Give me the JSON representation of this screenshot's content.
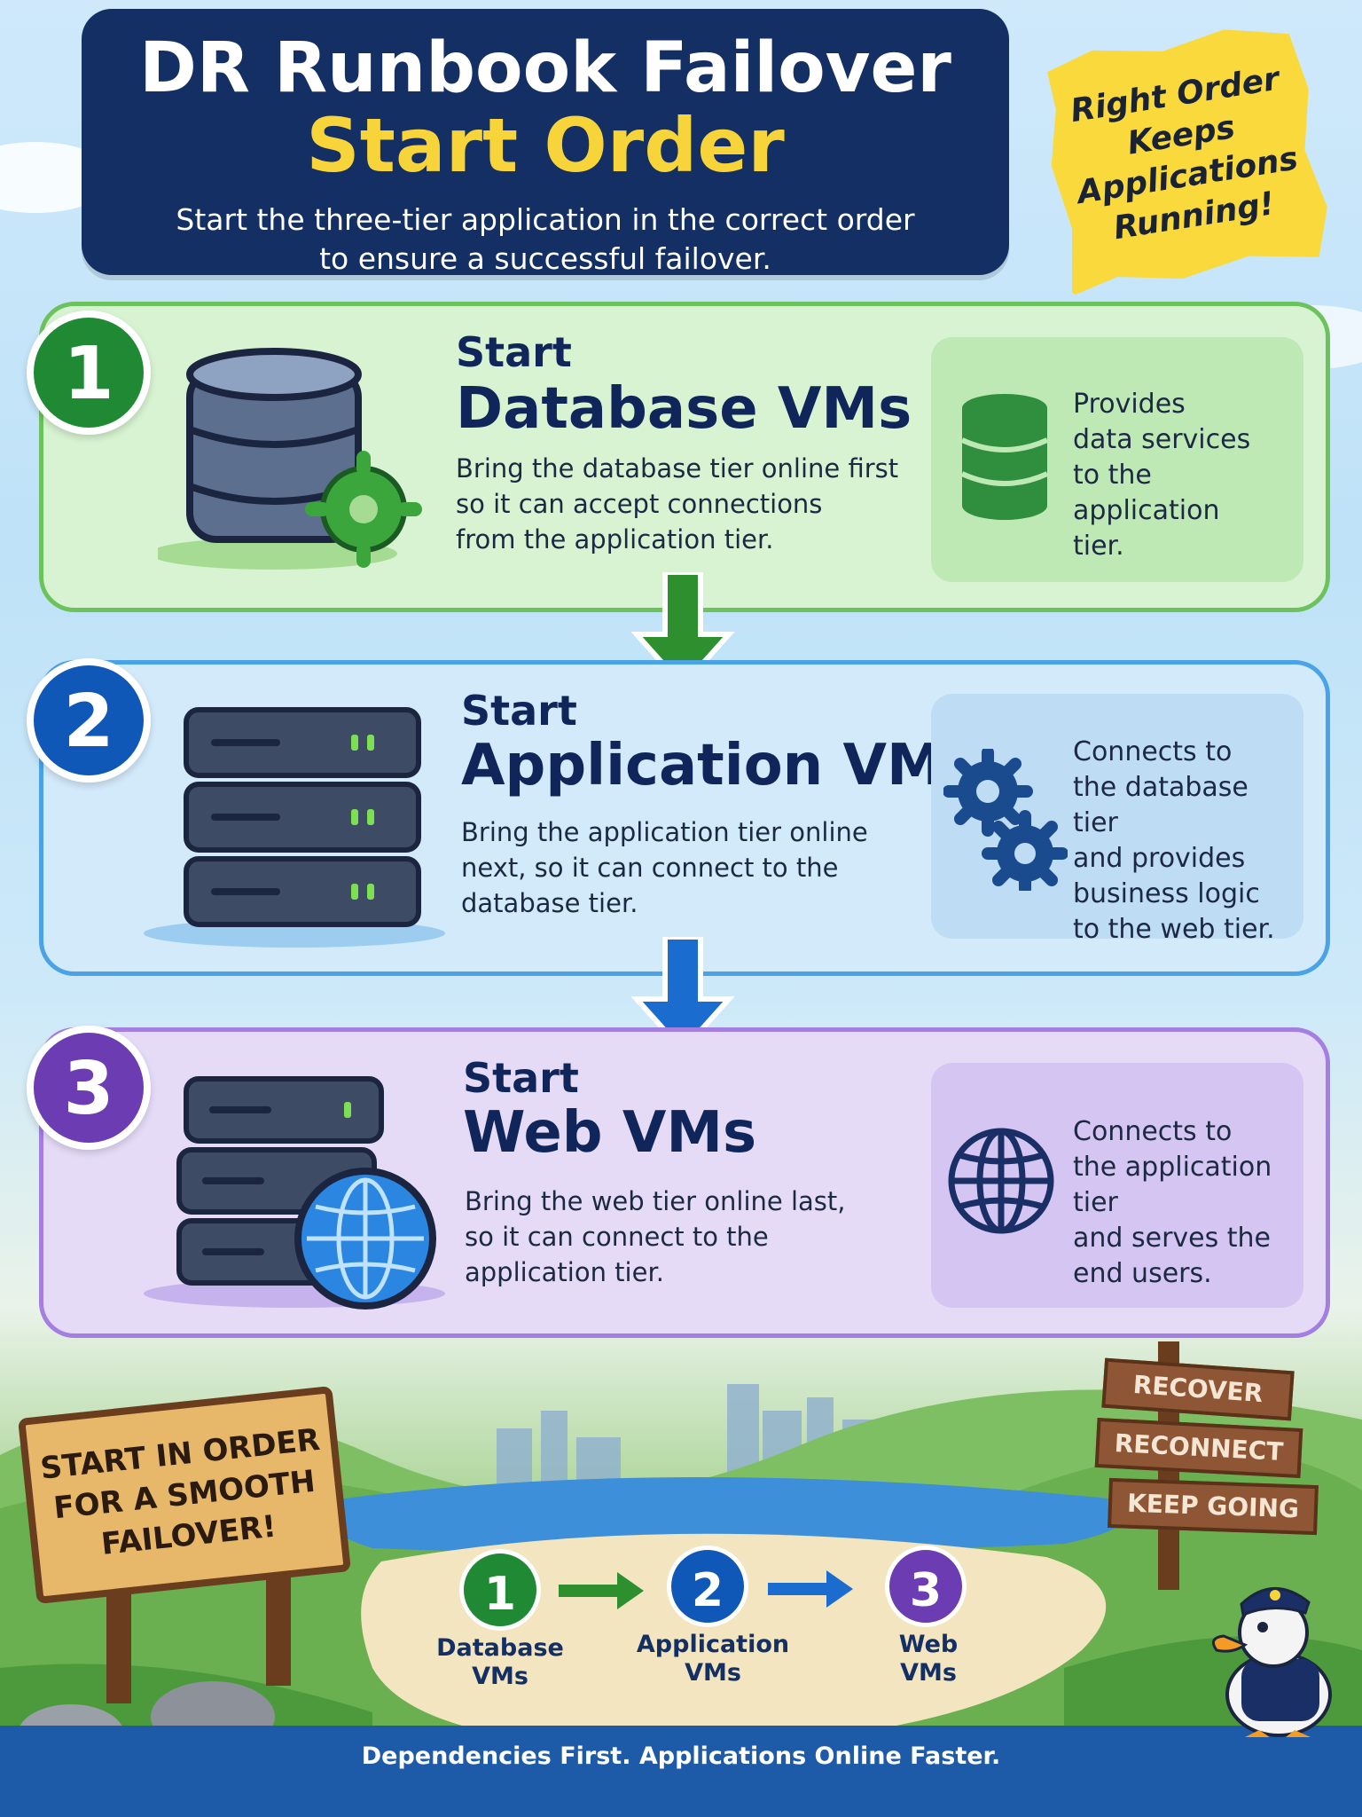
{
  "header": {
    "title_line1": "DR Runbook Failover",
    "title_line2": "Start Order",
    "subtitle_line1": "Start the three-tier application in the correct order",
    "subtitle_line2": "to ensure a successful failover."
  },
  "badge": {
    "line1": "Right Order",
    "line2": "Keeps",
    "line3": "Applications",
    "line4": "Running!"
  },
  "steps": [
    {
      "number": "1",
      "kicker": "Start",
      "title": "Database VMs",
      "desc_line1": "Bring the database tier online first",
      "desc_line2": "so it can accept connections",
      "desc_line3": "from the application tier.",
      "side_line1": "Provides",
      "side_line2": "data services",
      "side_line3": "to the application",
      "side_line4": "tier.",
      "color": "#1f8a33"
    },
    {
      "number": "2",
      "kicker": "Start",
      "title": "Application VMs",
      "desc_line1": "Bring the application tier online",
      "desc_line2": "next, so it can connect to the",
      "desc_line3": "database tier.",
      "side_line1": "Connects to",
      "side_line2": "the database tier",
      "side_line3": "and provides",
      "side_line4": "business logic",
      "side_line5": "to the web tier.",
      "color": "#1058b7"
    },
    {
      "number": "3",
      "kicker": "Start",
      "title": "Web VMs",
      "desc_line1": "Bring the web tier online last,",
      "desc_line2": "so it can connect to the",
      "desc_line3": "application tier.",
      "side_line1": "Connects to",
      "side_line2": "the application tier",
      "side_line3": "and serves the",
      "side_line4": "end users.",
      "color": "#6c3cb2"
    }
  ],
  "sign_left": {
    "line1": "START IN ORDER",
    "line2": "FOR A SMOOTH",
    "line3": "FAILOVER!"
  },
  "signpost": [
    "RECOVER",
    "RECONNECT",
    "KEEP GOING"
  ],
  "path": [
    {
      "number": "1",
      "line1": "Database",
      "line2": "VMs"
    },
    {
      "number": "2",
      "line1": "Application",
      "line2": "VMs"
    },
    {
      "number": "3",
      "line1": "Web",
      "line2": "VMs"
    }
  ],
  "footer": "Dependencies First. Applications Online Faster."
}
